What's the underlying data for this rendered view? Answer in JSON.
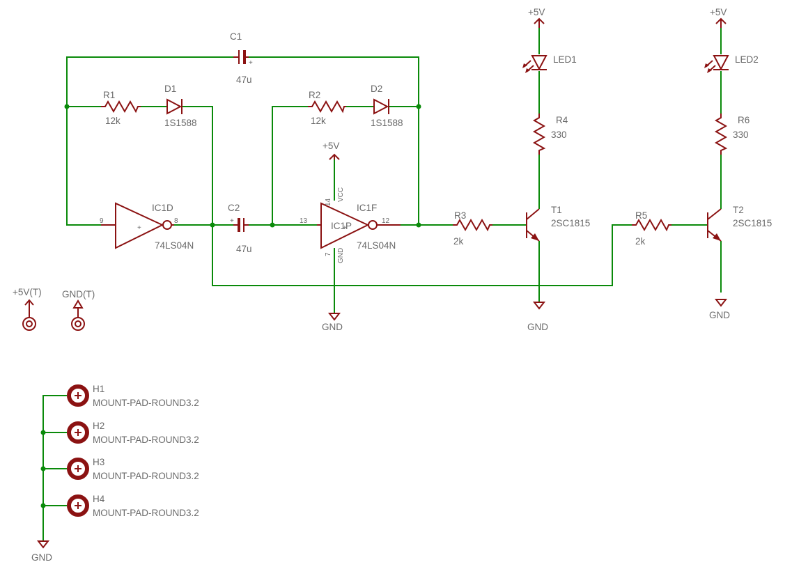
{
  "colors": {
    "wire": "#0a8a0a",
    "part": "#8b1212",
    "text": "#6a6a6a",
    "background": "#ffffff"
  },
  "parts": {
    "c1": {
      "name": "C1",
      "value": "47u"
    },
    "c2": {
      "name": "C2",
      "value": "47u"
    },
    "r1": {
      "name": "R1",
      "value": "12k"
    },
    "r2": {
      "name": "R2",
      "value": "12k"
    },
    "r3": {
      "name": "R3",
      "value": "2k"
    },
    "r4": {
      "name": "R4",
      "value": "330"
    },
    "r5": {
      "name": "R5",
      "value": "2k"
    },
    "r6": {
      "name": "R6",
      "value": "330"
    },
    "d1": {
      "name": "D1",
      "value": "1S1588"
    },
    "d2": {
      "name": "D2",
      "value": "1S1588"
    },
    "ic1d": {
      "name": "IC1D",
      "value": "74LS04N",
      "pin_in": "9",
      "pin_out": "8"
    },
    "ic1f": {
      "name": "IC1F",
      "value": "74LS04N",
      "pin_in": "13",
      "pin_out": "12"
    },
    "ic1p": {
      "name": "IC1P",
      "pin_vcc": "14",
      "pin_gnd": "7",
      "vcc_label": "VCC",
      "gnd_label": "GND"
    },
    "t1": {
      "name": "T1",
      "value": "2SC1815"
    },
    "t2": {
      "name": "T2",
      "value": "2SC1815"
    },
    "led1": {
      "name": "LED1"
    },
    "led2": {
      "name": "LED2"
    },
    "h1": {
      "name": "H1",
      "value": "MOUNT-PAD-ROUND3.2"
    },
    "h2": {
      "name": "H2",
      "value": "MOUNT-PAD-ROUND3.2"
    },
    "h3": {
      "name": "H3",
      "value": "MOUNT-PAD-ROUND3.2"
    },
    "h4": {
      "name": "H4",
      "value": "MOUNT-PAD-ROUND3.2"
    }
  },
  "supplies": {
    "vcc_ic": "+5V",
    "vcc_led1": "+5V",
    "vcc_led2": "+5V",
    "vcc_test": "+5V(T)",
    "gnd_test": "GND(T)",
    "gnd_ic": "GND",
    "gnd_t1": "GND",
    "gnd_t2": "GND",
    "gnd_mount": "GND"
  }
}
